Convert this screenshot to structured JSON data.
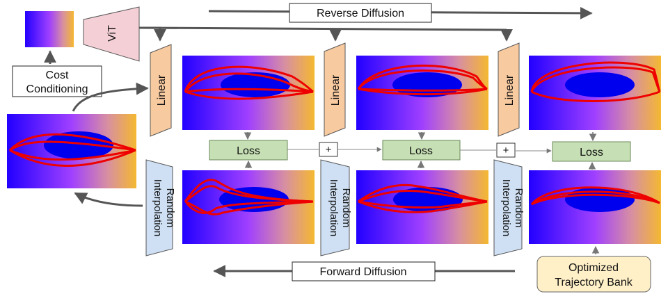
{
  "labels": {
    "reverse_diffusion": "Reverse Diffusion",
    "forward_diffusion": "Forward Diffusion",
    "vit": "ViT",
    "cost_conditioning_line1": "Cost",
    "cost_conditioning_line2": "Conditioning",
    "linear": "Linear",
    "random_interpolation_line1": "Random",
    "random_interpolation_line2": "Interpolation",
    "loss": "Loss",
    "plus": "+",
    "bank_line1": "Optimized",
    "bank_line2": "Trajectory Bank"
  },
  "colors": {
    "gradient_left": "#2a00ff",
    "gradient_mid": "#9c3cff",
    "gradient_right": "#f2b030",
    "obstacle": "#0000ee",
    "trajectory": "#ee0000",
    "linear_fill": "#f8caa0",
    "vit_fill": "#f4cfd6",
    "interp_fill": "#cfe0f4",
    "loss_fill": "#c6dfb4",
    "bank_fill": "#fff0c8",
    "arrow": "#555555"
  },
  "icons": {
    "maps": "cost-map-with-trajectories"
  }
}
